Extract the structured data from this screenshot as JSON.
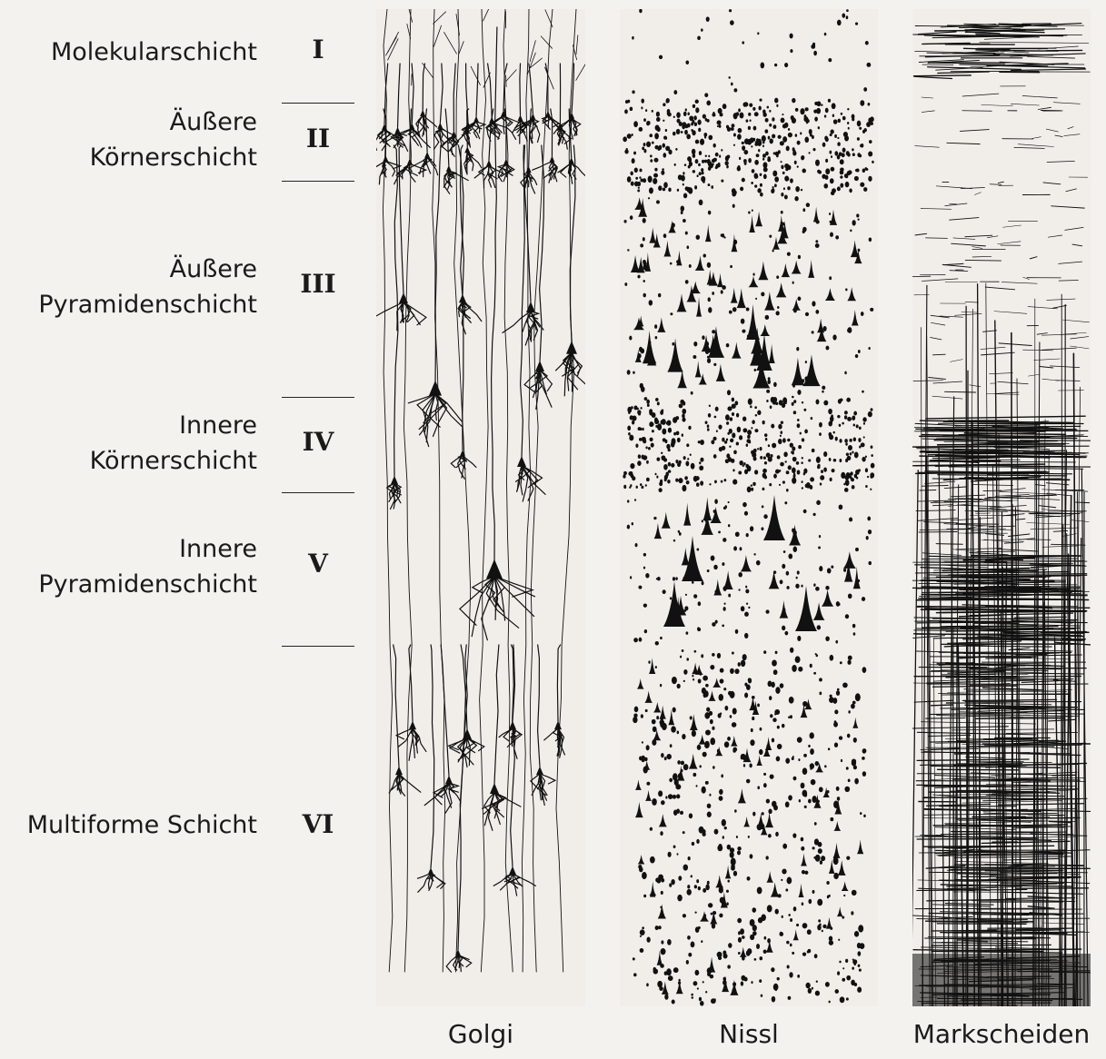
{
  "layers": [
    {
      "numeral": "I",
      "lines": [
        "Molekularschicht"
      ]
    },
    {
      "numeral": "II",
      "lines": [
        "Äußere",
        "Körnerschicht"
      ]
    },
    {
      "numeral": "III",
      "lines": [
        "Äußere",
        "Pyramidenschicht"
      ]
    },
    {
      "numeral": "IV",
      "lines": [
        "Innere",
        "Körnerschicht"
      ]
    },
    {
      "numeral": "V",
      "lines": [
        "Innere",
        "Pyramidenschicht"
      ]
    },
    {
      "numeral": "VI",
      "lines": [
        "Multiforme Schicht"
      ]
    }
  ],
  "stains": [
    {
      "label": "Golgi"
    },
    {
      "label": "Nissl"
    },
    {
      "label": "Markscheiden"
    }
  ],
  "colors": {
    "ink": "#111111",
    "panel": "#f1eeea",
    "background": "#f4f2ef"
  }
}
